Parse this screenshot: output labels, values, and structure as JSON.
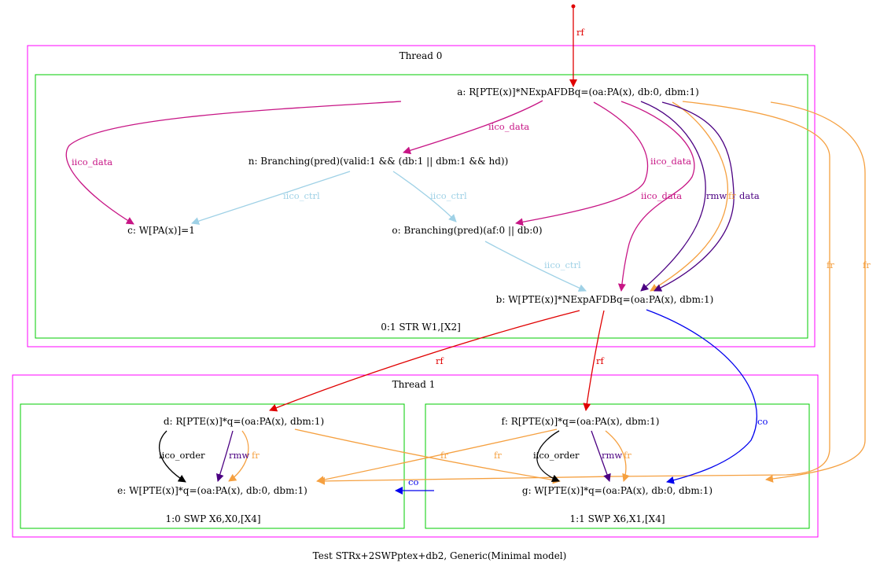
{
  "colors": {
    "thread_box": "#ff00ff",
    "instr_box": "#00cc00",
    "rf": "#e00000",
    "iico_data": "#c71585",
    "iico_ctrl": "#9fd1e6",
    "iico_order": "#000000",
    "rmw": "#4b0082",
    "data": "#4b0082",
    "fr": "#f5a040",
    "co": "#0000ee"
  },
  "clusters": {
    "thread0": "Thread 0",
    "thread1": "Thread 1",
    "instr_0_1": "0:1 STR W1,[X2]",
    "instr_1_0": "1:0 SWP X6,X0,[X4]",
    "instr_1_1": "1:1 SWP X6,X1,[X4]"
  },
  "nodes": {
    "a": "a: R[PTE(x)]*NExpAFDBq=(oa:PA(x), db:0, dbm:1)",
    "n": "n: Branching(pred)(valid:1 && (db:1 || dbm:1 && hd))",
    "c": "c: W[PA(x)]=1",
    "o": "o: Branching(pred)(af:0 || db:0)",
    "b": "b: W[PTE(x)]*NExpAFDBq=(oa:PA(x), dbm:1)",
    "d": "d: R[PTE(x)]*q=(oa:PA(x), dbm:1)",
    "e": "e: W[PTE(x)]*q=(oa:PA(x), db:0, dbm:1)",
    "f": "f: R[PTE(x)]*q=(oa:PA(x), dbm:1)",
    "g": "g: W[PTE(x)]*q=(oa:PA(x), db:0, dbm:1)"
  },
  "edges": [
    {
      "id": "init-a",
      "from": "init",
      "to": "a",
      "label": "rf",
      "kind": "rf"
    },
    {
      "id": "a-n",
      "from": "a",
      "to": "n",
      "label": "iico_data",
      "kind": "iico_data"
    },
    {
      "id": "a-c",
      "from": "a",
      "to": "c",
      "label": "iico_data",
      "kind": "iico_data"
    },
    {
      "id": "a-o",
      "from": "a",
      "to": "o",
      "label": "iico_data",
      "kind": "iico_data"
    },
    {
      "id": "a-b-data1",
      "from": "a",
      "to": "b",
      "label": "iico_data",
      "kind": "iico_data"
    },
    {
      "id": "a-b-rmw",
      "from": "a",
      "to": "b",
      "label": "rmw",
      "kind": "rmw"
    },
    {
      "id": "a-b-fr",
      "from": "a",
      "to": "b",
      "label": "fr",
      "kind": "fr"
    },
    {
      "id": "a-b-data",
      "from": "a",
      "to": "b",
      "label": "data",
      "kind": "data"
    },
    {
      "id": "n-c",
      "from": "n",
      "to": "c",
      "label": "iico_ctrl",
      "kind": "iico_ctrl"
    },
    {
      "id": "n-o",
      "from": "n",
      "to": "o",
      "label": "iico_ctrl",
      "kind": "iico_ctrl"
    },
    {
      "id": "o-b",
      "from": "o",
      "to": "b",
      "label": "iico_ctrl",
      "kind": "iico_ctrl"
    },
    {
      "id": "a-e-fr",
      "from": "a",
      "to": "e",
      "label": "fr",
      "kind": "fr"
    },
    {
      "id": "a-g-fr",
      "from": "a",
      "to": "g",
      "label": "fr",
      "kind": "fr"
    },
    {
      "id": "b-d-rf",
      "from": "b",
      "to": "d",
      "label": "rf",
      "kind": "rf"
    },
    {
      "id": "b-f-rf",
      "from": "b",
      "to": "f",
      "label": "rf",
      "kind": "rf"
    },
    {
      "id": "b-g-co",
      "from": "b",
      "to": "g",
      "label": "co",
      "kind": "co"
    },
    {
      "id": "d-e-order",
      "from": "d",
      "to": "e",
      "label": "iico_order",
      "kind": "iico_order"
    },
    {
      "id": "d-e-rmw",
      "from": "d",
      "to": "e",
      "label": "rmw",
      "kind": "rmw"
    },
    {
      "id": "d-e-fr",
      "from": "d",
      "to": "e",
      "label": "fr",
      "kind": "fr"
    },
    {
      "id": "d-g-fr",
      "from": "d",
      "to": "g",
      "label": "fr",
      "kind": "fr"
    },
    {
      "id": "f-e-fr",
      "from": "f",
      "to": "e",
      "label": "fr",
      "kind": "fr"
    },
    {
      "id": "f-g-order",
      "from": "f",
      "to": "g",
      "label": "iico_order",
      "kind": "iico_order"
    },
    {
      "id": "f-g-rmw",
      "from": "f",
      "to": "g",
      "label": "rmw",
      "kind": "rmw"
    },
    {
      "id": "f-g-fr",
      "from": "f",
      "to": "g",
      "label": "fr",
      "kind": "fr"
    },
    {
      "id": "g-e-co",
      "from": "g",
      "to": "e",
      "label": "co",
      "kind": "co"
    }
  ],
  "caption": "Test STRx+2SWPptex+db2, Generic(Minimal model)"
}
